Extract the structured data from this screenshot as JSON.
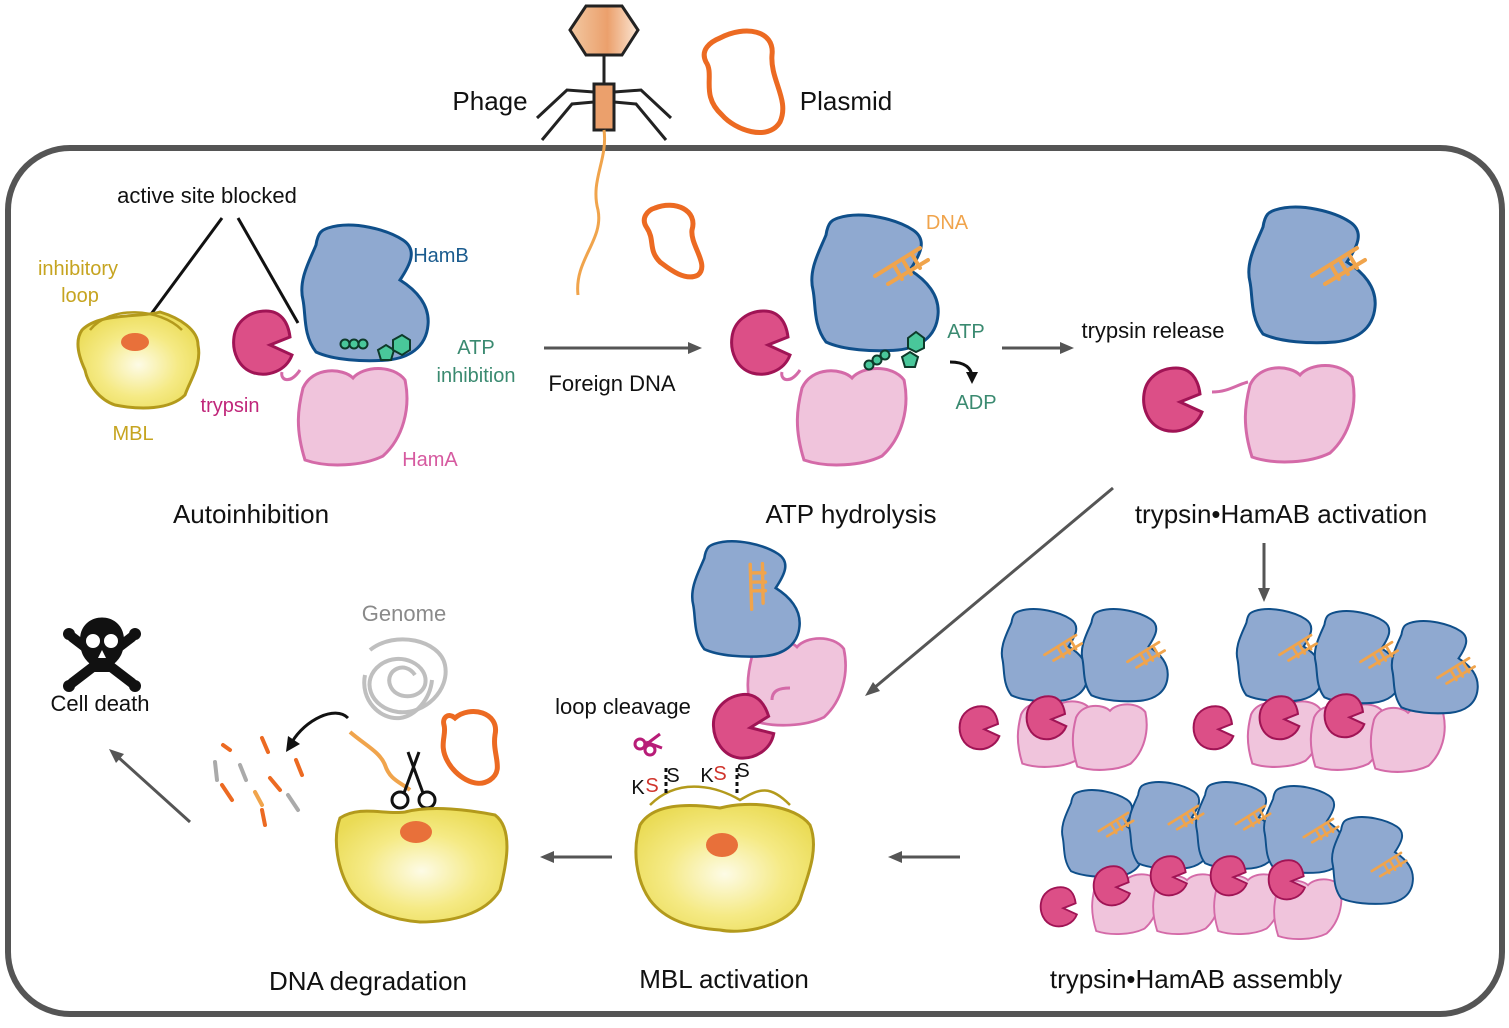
{
  "top": {
    "phage_label": "Phage",
    "plasmid_label": "Plasmid"
  },
  "autoinhibition": {
    "active_site_label": "active site blocked",
    "inhibitory_loop_line1": "inhibitory",
    "inhibitory_loop_line2": "loop",
    "mbl_label": "MBL",
    "trypsin_label": "trypsin",
    "hamb_label": "HamB",
    "hama_label": "HamA",
    "atp_inhibition_line1": "ATP",
    "atp_inhibition_line2": "inhibition",
    "title": "Autoinhibition"
  },
  "transition1": {
    "label": "Foreign DNA"
  },
  "atp_hydrolysis": {
    "dna_label": "DNA",
    "atp_label": "ATP",
    "adp_label": "ADP",
    "title": "ATP hydrolysis"
  },
  "transition2": {
    "label": "trypsin release"
  },
  "activation": {
    "title": "trypsin•HamAB activation"
  },
  "assembly": {
    "title": "trypsin•HamAB assembly"
  },
  "mbl_activation": {
    "loop_cleavage_label": "loop cleavage",
    "ks1_k": "K",
    "ks1_s": "S",
    "ks1_s2": "S",
    "ks2_k": "K",
    "ks2_s": "S",
    "ks2_s2": "S",
    "title": "MBL activation"
  },
  "dna_degradation": {
    "genome_label": "Genome",
    "title": "DNA degradation"
  },
  "cell_death": {
    "label": "Cell death"
  },
  "colors": {
    "hamb_fill": "#8fa9d0",
    "hamb_stroke": "#0f4f8a",
    "hama_fill": "#f0c4dc",
    "hama_stroke": "#d46aa8",
    "trypsin_fill": "#dc4f87",
    "trypsin_stroke": "#a01455",
    "mbl_fill": "#f0e46a",
    "mbl_stroke": "#b39a1c",
    "active_site": "#e8703a",
    "dna_orange": "#f0a44c",
    "plasmid": "#ec6a22",
    "atp_text": "#3a8a70",
    "trypsin_text": "#c0267a",
    "hama_text": "#d65aa0",
    "hamb_text": "#1a5b8e",
    "mbl_text": "#c6a420"
  }
}
